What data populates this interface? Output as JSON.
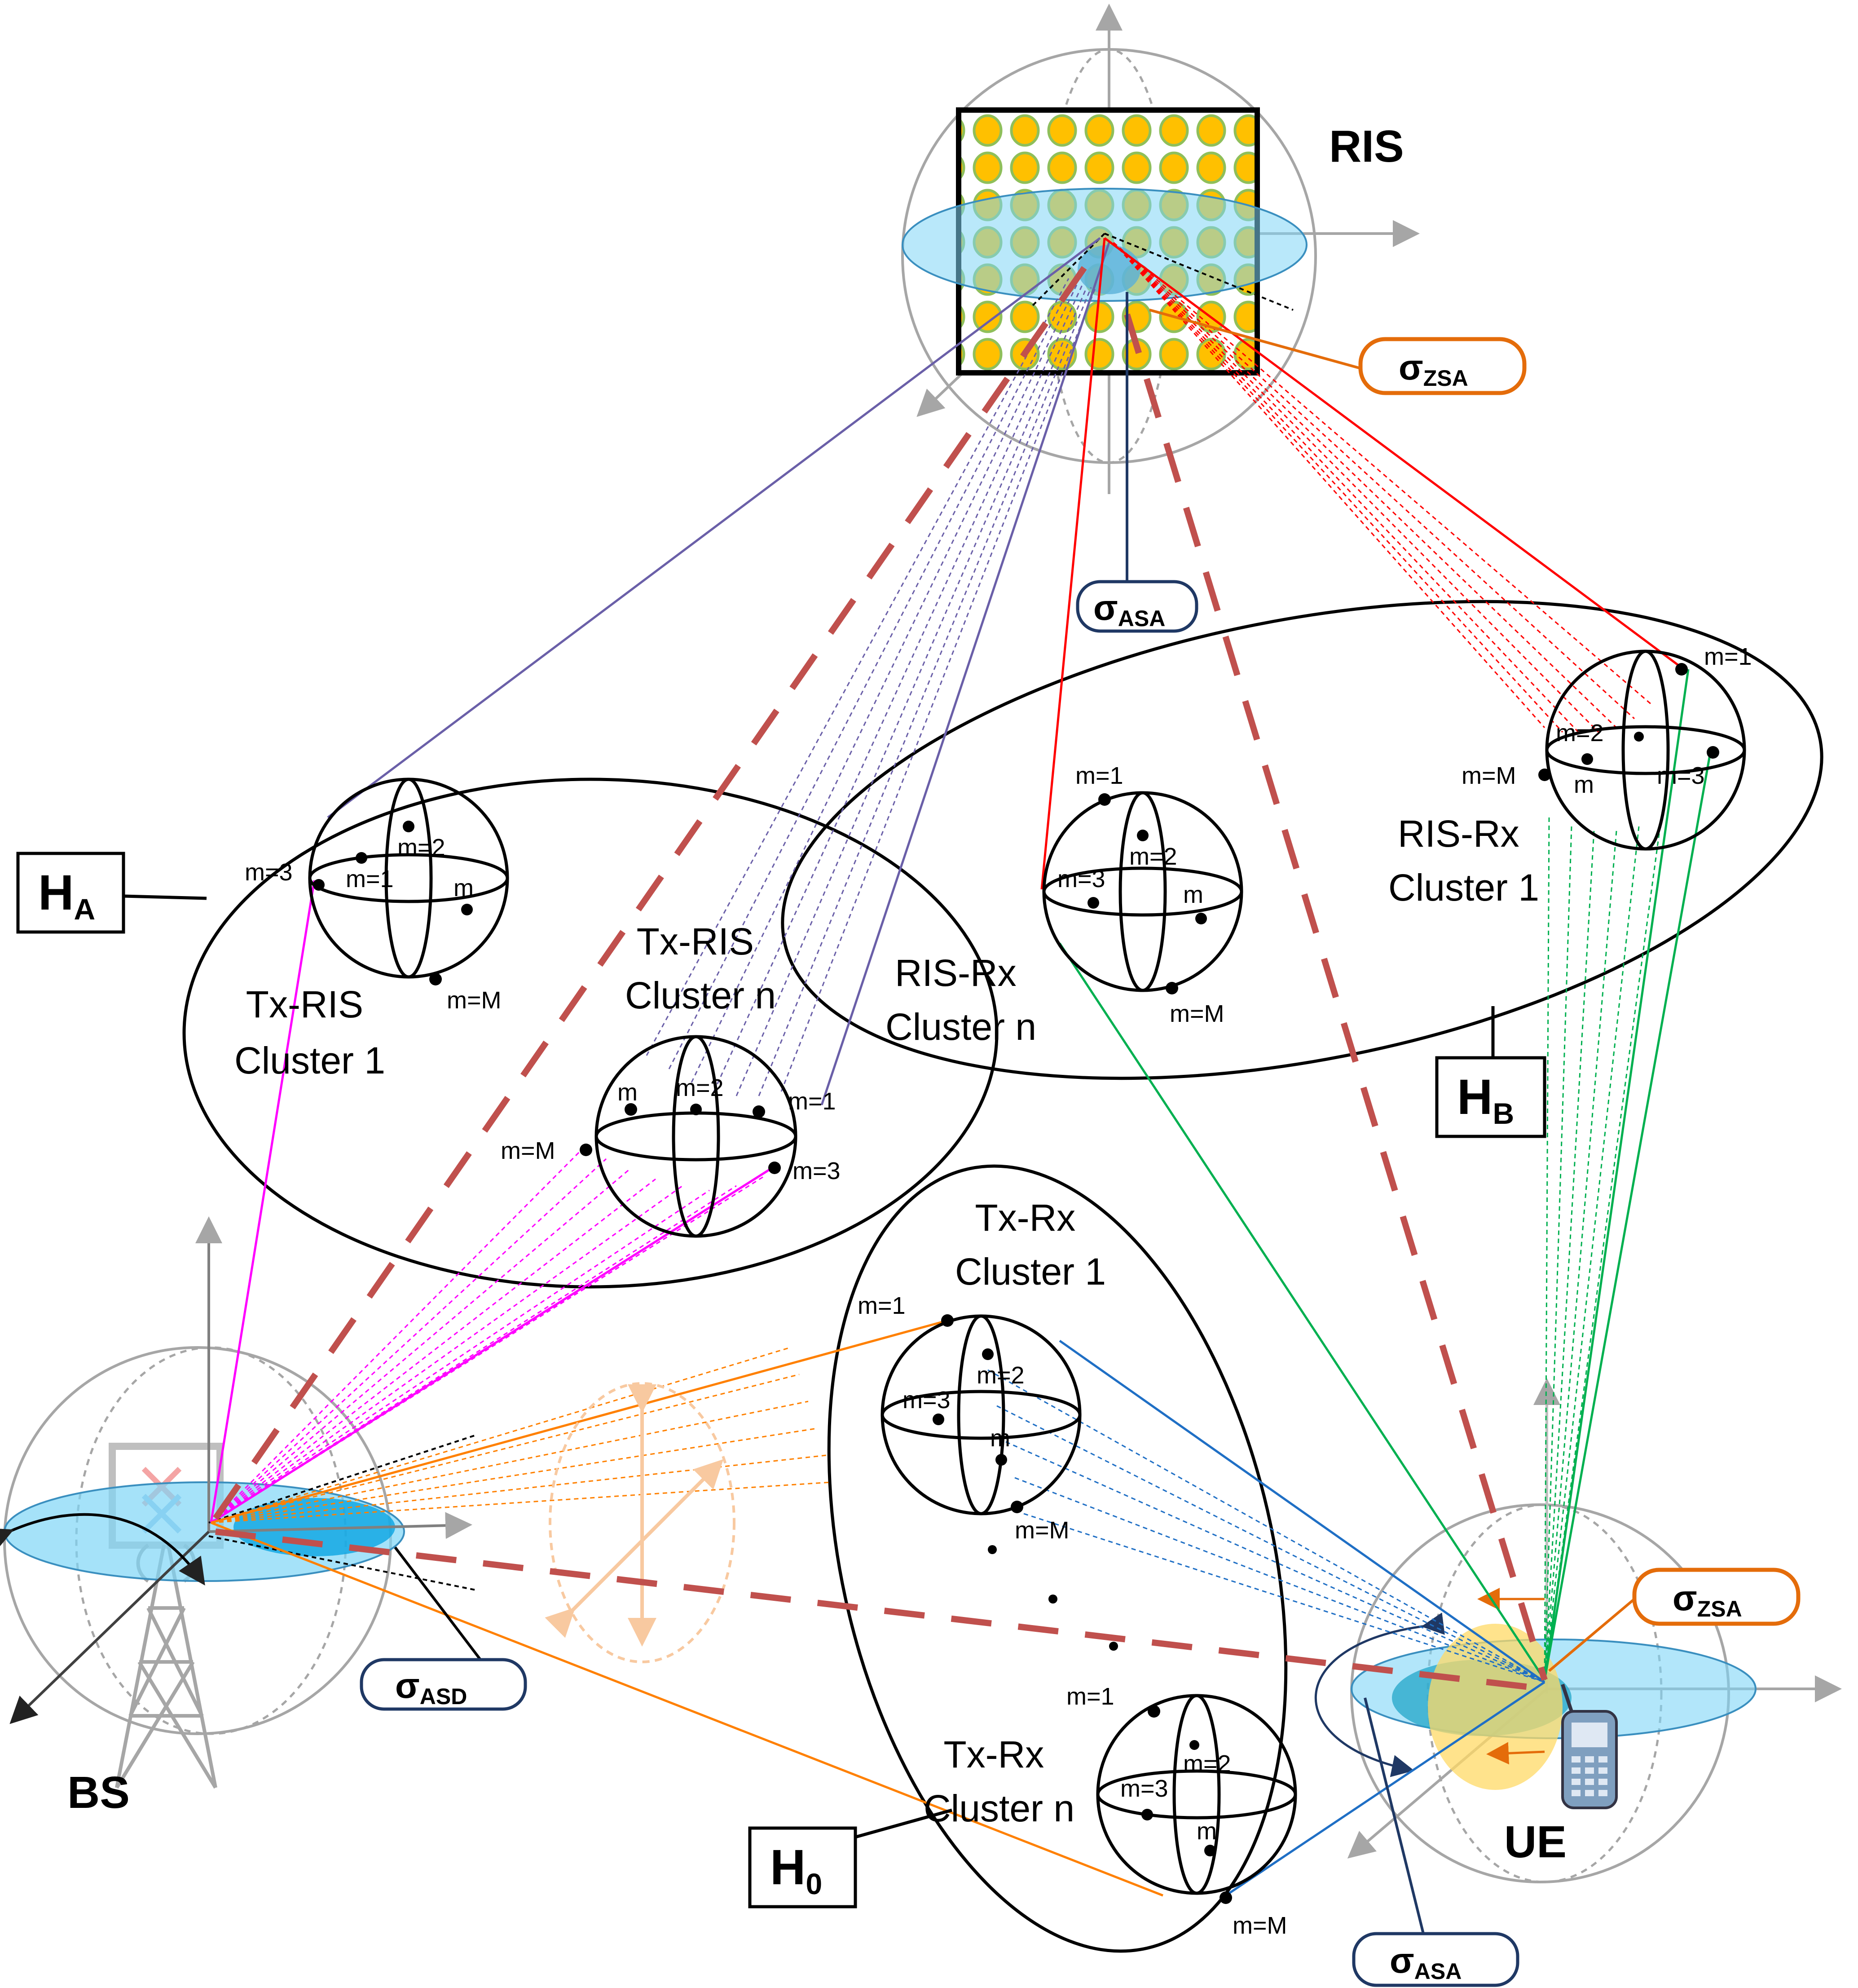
{
  "nodes": {
    "ris": "RIS",
    "bs": "BS",
    "ue": "UE"
  },
  "channels": {
    "ha": {
      "main": "H",
      "sub": "A"
    },
    "hb": {
      "main": "H",
      "sub": "B"
    },
    "h0": {
      "main": "H",
      "sub": "0"
    }
  },
  "clusters": {
    "tx_ris_1": [
      "Tx-RIS",
      "Cluster 1"
    ],
    "tx_ris_n": [
      "Tx-RIS",
      "Cluster n"
    ],
    "ris_rx_n": [
      "RIS-Rx",
      "Cluster n"
    ],
    "ris_rx_1": [
      "RIS-Rx",
      "Cluster 1"
    ],
    "tx_rx_1": [
      "Tx-Rx",
      "Cluster 1"
    ],
    "tx_rx_n": [
      "Tx-Rx",
      "Cluster n"
    ]
  },
  "scatterers": {
    "m1": "m=1",
    "m2": "m=2",
    "m3": "m=3",
    "m": "m",
    "mM": "m=M"
  },
  "angular_spreads": {
    "zsa_ris": {
      "symbol": "σ",
      "sub": "ZSA"
    },
    "asa_ris": {
      "symbol": "σ",
      "sub": "ASA"
    },
    "asd_bs": {
      "symbol": "σ",
      "sub": "ASD"
    },
    "zsa_ue": {
      "symbol": "σ",
      "sub": "ZSA"
    },
    "asa_ue": {
      "symbol": "σ",
      "sub": "ASA"
    }
  },
  "colors": {
    "los_dashed": "#c0504d",
    "ha_link": "#ff00ff",
    "ris_link_blue": "#6a5fa8",
    "ris_link_red": "#ff0000",
    "ue_link_green": "#00b050",
    "bs_link_orange": "#ff8000",
    "ue_link_blue": "#1f6fc5",
    "zsa_border": "#e46c0a",
    "asa_border": "#1f3864",
    "ellipse_fill": "#7fd6f6",
    "ris_element": "#ffc000"
  }
}
